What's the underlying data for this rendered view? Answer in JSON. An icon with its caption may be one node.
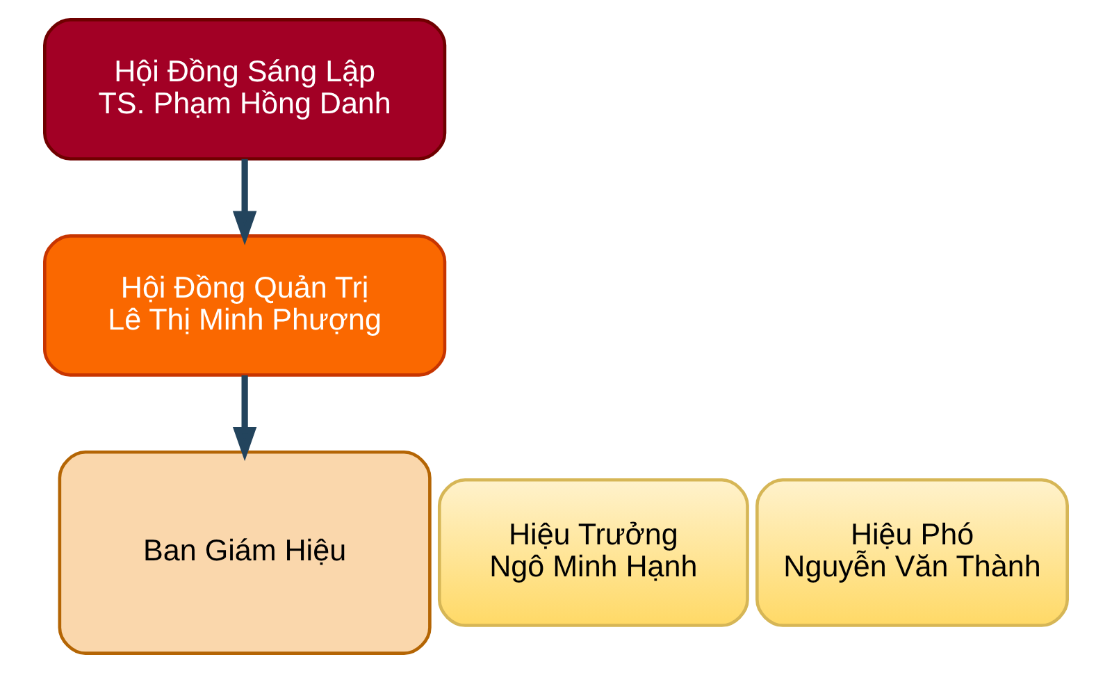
{
  "diagram": {
    "nodes": [
      {
        "text": [
          "Hội Đồng Sáng Lập",
          "TS. Phạm Hồng Danh"
        ]
      },
      {
        "text": [
          "Hội Đồng Quản Trị",
          "Lê Thị Minh Phượng"
        ]
      },
      {
        "text": [
          "Hiệu Trưởng",
          "Ngô Minh Hạnh"
        ]
      },
      {
        "text": [
          "Ban Giám Hiệu"
        ]
      },
      {
        "text": [
          "Hiệu Phó",
          "Nguyễn Văn Thành"
        ]
      }
    ],
    "edges": [
      {
        "from": 0,
        "to": 1,
        "arrow": "to"
      },
      {
        "from": 1,
        "to": 3,
        "arrow": "to"
      }
    ]
  }
}
